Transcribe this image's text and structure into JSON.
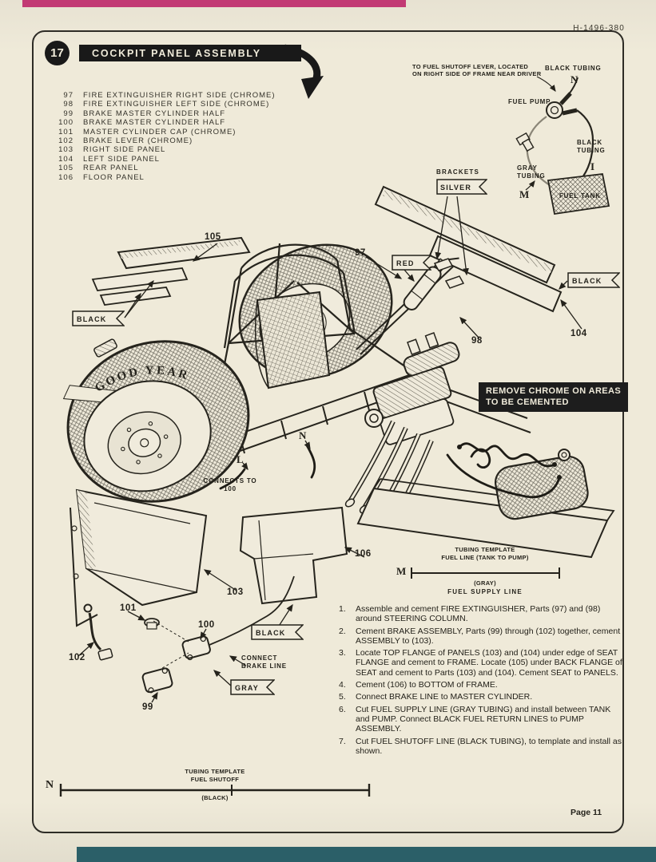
{
  "page": {
    "doc_number": "H-1496-380",
    "page_label": "Page 11",
    "step_number": "17",
    "title": "COCKPIT PANEL ASSEMBLY"
  },
  "colors": {
    "paper": "#f0ebdc",
    "ink": "#24221b",
    "banner_black": "#191919",
    "magenta_strip": "#c23a74",
    "teal_strip": "#2b5f68"
  },
  "parts_list": [
    {
      "num": "97",
      "name": "FIRE EXTINGUISHER RIGHT SIDE (CHROME)"
    },
    {
      "num": "98",
      "name": "FIRE EXTINGUISHER LEFT SIDE (CHROME)"
    },
    {
      "num": "99",
      "name": "BRAKE MASTER CYLINDER HALF"
    },
    {
      "num": "100",
      "name": "BRAKE MASTER CYLINDER HALF"
    },
    {
      "num": "101",
      "name": "MASTER CYLINDER CAP (CHROME)"
    },
    {
      "num": "102",
      "name": "BRAKE LEVER (CHROME)"
    },
    {
      "num": "103",
      "name": "RIGHT SIDE PANEL"
    },
    {
      "num": "104",
      "name": "LEFT SIDE PANEL"
    },
    {
      "num": "105",
      "name": "REAR PANEL"
    },
    {
      "num": "106",
      "name": "FLOOR PANEL"
    }
  ],
  "detail": {
    "note_line1": "TO FUEL SHUTOFF LEVER, LOCATED",
    "note_line2": "ON RIGHT SIDE OF FRAME NEAR DRIVER",
    "black_tubing_top": "BLACK TUBING",
    "fuel_pump": "FUEL PUMP",
    "black_tubing_right": "BLACK TUBING",
    "gray_tubing": "GRAY TUBING",
    "fuel_tank": "FUEL TANK",
    "letter_n": "N",
    "letter_i": "I",
    "letter_m": "M"
  },
  "callouts": {
    "p105": "105",
    "p97": "97",
    "p98": "98",
    "p104": "104",
    "p106": "106",
    "p103": "103",
    "p101": "101",
    "p100": "100",
    "p102": "102",
    "p99": "99",
    "letter_n": "N",
    "letter_l": "L",
    "connects_to": "CONNECTS TO",
    "connects_to_target": "100",
    "connect_line1": "CONNECT",
    "connect_line2": "BRAKE LINE",
    "brackets": "BRACKETS"
  },
  "flags": {
    "black": "BLACK",
    "red": "RED",
    "silver": "SILVER",
    "gray": "GRAY"
  },
  "chrome_note": {
    "line1": "REMOVE CHROME ON AREAS",
    "line2": "TO BE CEMENTED"
  },
  "template_m": {
    "title1": "TUBING TEMPLATE",
    "title2": "FUEL LINE (TANK TO PUMP)",
    "letter": "M",
    "color_note": "(GRAY)",
    "caption": "FUEL SUPPLY LINE"
  },
  "template_n": {
    "letter": "N",
    "title1": "TUBING TEMPLATE",
    "title2": "FUEL SHUTOFF",
    "color_note": "(BLACK)"
  },
  "instructions": [
    {
      "num": "1.",
      "text": "Assemble and cement FIRE EXTINGUISHER, Parts (97) and (98) around STEERING COLUMN."
    },
    {
      "num": "2.",
      "text": "Cement BRAKE ASSEMBLY, Parts (99) through (102) together, cement ASSEMBLY to (103)."
    },
    {
      "num": "3.",
      "text": "Locate TOP FLANGE of PANELS (103) and (104) under edge of SEAT FLANGE and cement to FRAME. Locate (105) under BACK FLANGE of SEAT and cement to Parts (103) and (104). Cement SEAT to PANELS."
    },
    {
      "num": "4.",
      "text": "Cement (106) to BOTTOM of FRAME."
    },
    {
      "num": "5.",
      "text": "Connect BRAKE LINE to MASTER CYLINDER."
    },
    {
      "num": "6.",
      "text": "Cut FUEL SUPPLY LINE (GRAY TUBING) and install between TANK and PUMP. Connect BLACK FUEL RETURN LINES to PUMP ASSEMBLY."
    },
    {
      "num": "7.",
      "text": "Cut FUEL SHUTOFF LINE (BLACK TUBING), to template and install as shown."
    }
  ],
  "illustration": {
    "tire_text": "GOOD YEAR"
  }
}
